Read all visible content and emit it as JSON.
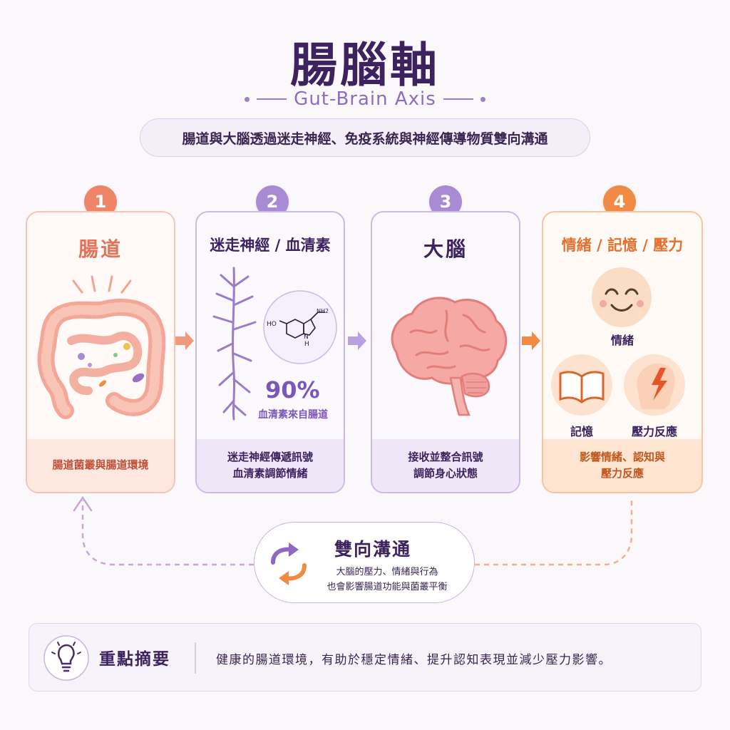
{
  "header": {
    "title": "腸腦軸",
    "subtitle": "Gut-Brain Axis",
    "tagline": "腸道與大腦透過迷走神經、免疫系統與神經傳導物質雙向溝通"
  },
  "steps": [
    {
      "number": "1",
      "title": "腸道",
      "footer": "腸道菌叢與腸道環境"
    },
    {
      "number": "2",
      "title": "迷走神經 / 血清素",
      "stat_value": "90%",
      "stat_label": "血清素來自腸道",
      "footer_line1": "迷走神經傳遞訊號",
      "footer_line2": "血清素調節情緒"
    },
    {
      "number": "3",
      "title": "大腦",
      "footer_line1": "接收並整合訊號",
      "footer_line2": "調節身心狀態"
    },
    {
      "number": "4",
      "title": "情緒 / 記憶 / 壓力",
      "label_emotion": "情緒",
      "label_memory": "記憶",
      "label_stress": "壓力反應",
      "footer_line1": "影響情緒、認知與",
      "footer_line2": "壓力反應"
    }
  ],
  "molecule": {
    "label_nh2": "NH2",
    "label_ho": "HO",
    "label_nh": "N",
    "label_h": "H"
  },
  "feedback": {
    "title": "雙向溝通",
    "text_line1": "大腦的壓力、情緒與行為",
    "text_line2": "也會影響腸道功能與菌叢平衡"
  },
  "summary": {
    "title": "重點摘要",
    "text": "健康的腸道環境，有助於穩定情緒、提升認知表現並減少壓力影響。"
  },
  "colors": {
    "step1": "#ef8468",
    "step2": "#a98bd4",
    "step3": "#a98bd4",
    "step4": "#f08a45",
    "title": "#3e2260"
  },
  "icons": [
    "sparkle-lines-icon",
    "intestine-icon",
    "neuron-icon",
    "serotonin-molecule-icon",
    "brain-icon",
    "smiley-face-icon",
    "open-book-icon",
    "stress-head-icon",
    "bidirectional-arrows-icon",
    "lightbulb-icon",
    "arrow-right-icon"
  ]
}
